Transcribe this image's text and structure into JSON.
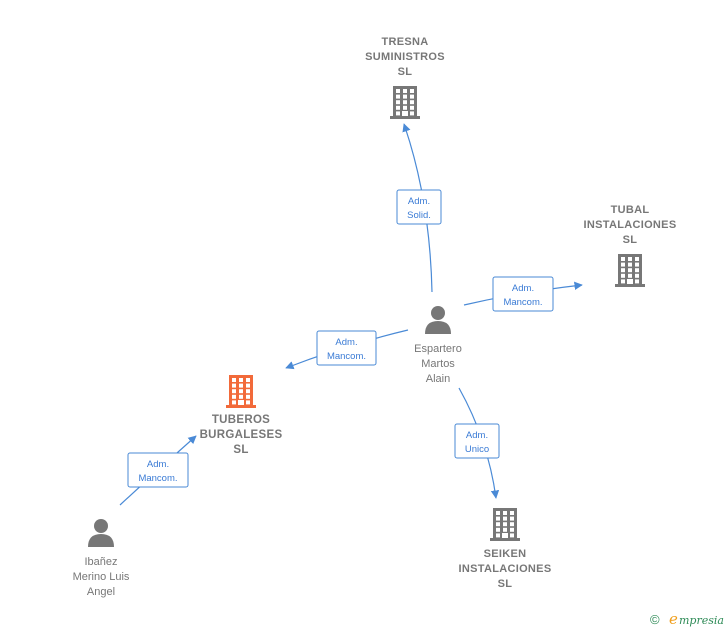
{
  "nodes": [
    {
      "id": "tresna",
      "kind": "company",
      "lines": [
        "TRESNA",
        "SUMINISTROS",
        "SL"
      ]
    },
    {
      "id": "tubal",
      "kind": "company",
      "lines": [
        "TUBAL",
        "INSTALACIONES",
        "SL"
      ]
    },
    {
      "id": "tuberos",
      "kind": "company-main",
      "lines": [
        "TUBEROS",
        "BURGALESES",
        "SL"
      ]
    },
    {
      "id": "seiken",
      "kind": "company",
      "lines": [
        "SEIKEN",
        "INSTALACIONES",
        "SL"
      ]
    },
    {
      "id": "espartero",
      "kind": "person",
      "lines": [
        "Espartero",
        "Martos",
        "Alain"
      ]
    },
    {
      "id": "ibanez",
      "kind": "person",
      "lines": [
        "Ibañez",
        "Merino Luis",
        "Angel"
      ]
    }
  ],
  "edges": [
    {
      "from": "espartero",
      "to": "tresna",
      "label": [
        "Adm.",
        "Solid."
      ]
    },
    {
      "from": "espartero",
      "to": "tubal",
      "label": [
        "Adm.",
        "Mancom."
      ]
    },
    {
      "from": "espartero",
      "to": "tuberos",
      "label": [
        "Adm.",
        "Mancom."
      ]
    },
    {
      "from": "espartero",
      "to": "seiken",
      "label": [
        "Adm.",
        "Unico"
      ]
    },
    {
      "from": "ibanez",
      "to": "tuberos",
      "label": [
        "Adm.",
        "Mancom."
      ]
    }
  ],
  "colors": {
    "edge": "#4a8ad6",
    "node_text": "#777777",
    "main_company": "#f26a3a",
    "icon": "#777777"
  },
  "icons": {
    "company": "building-icon",
    "person": "person-icon",
    "brand": "empresia-logo"
  },
  "brand": {
    "copyright": "©",
    "initial": "e",
    "rest": "mpresia"
  }
}
